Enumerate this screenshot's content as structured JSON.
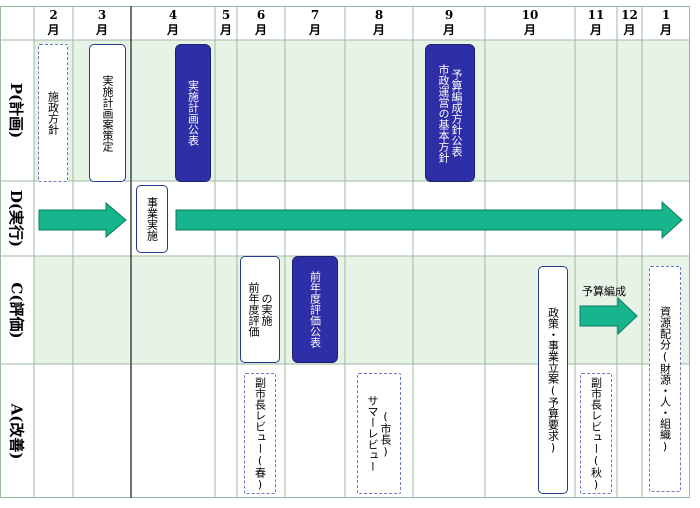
{
  "months": [
    {
      "num": "2",
      "unit": "月"
    },
    {
      "num": "3",
      "unit": "月"
    },
    {
      "num": "4",
      "unit": "月"
    },
    {
      "num": "5",
      "unit": "月"
    },
    {
      "num": "6",
      "unit": "月"
    },
    {
      "num": "7",
      "unit": "月"
    },
    {
      "num": "8",
      "unit": "月"
    },
    {
      "num": "9",
      "unit": "月"
    },
    {
      "num": "10",
      "unit": "月"
    },
    {
      "num": "11",
      "unit": "月"
    },
    {
      "num": "12",
      "unit": "月"
    },
    {
      "num": "1",
      "unit": "月"
    }
  ],
  "rows": {
    "p": "P(計画)",
    "d": "D(実行)",
    "c": "C(評価)",
    "a": "A(改善)"
  },
  "boxes": {
    "shisei_houshin": "施政方針",
    "jisshi_keikaku_an": "実施計画案策定",
    "jisshi_keikaku_kohyo": "実施計画公表",
    "shisei_kihon_houshin_1": "市政運営の基本方針",
    "shisei_kihon_houshin_2": "予算編成方針公表",
    "jigyo_jisshi": "事業実施",
    "zennendo_hyoka_jisshi_1": "前年度評価",
    "zennendo_hyoka_jisshi_2": "の実施",
    "zennendo_hyoka_kohyo": "前年度評価公表",
    "seisaku_jigyo_ritsuan": "政策・事業立案(予算要求)",
    "shigen_haibun": "資源配分(財源・人・組織)",
    "fukushicho_review_spring": "副市長レビュー(春)",
    "summer_review_1": "サマーレビュー",
    "summer_review_2": "(市長)",
    "fukushicho_review_autumn": "副市長レビュー(秋)"
  },
  "arrows": {
    "yosan_hensei": "予算編成"
  },
  "colors": {
    "band_green": "#e6f3e6",
    "arrow_fill": "#17b58e",
    "arrow_stroke": "#0e7a5e",
    "filled_box": "#2e2ea6",
    "box_border": "#233a8f",
    "dashed_border": "#6a78c8",
    "grid": "#9fb8a0"
  }
}
